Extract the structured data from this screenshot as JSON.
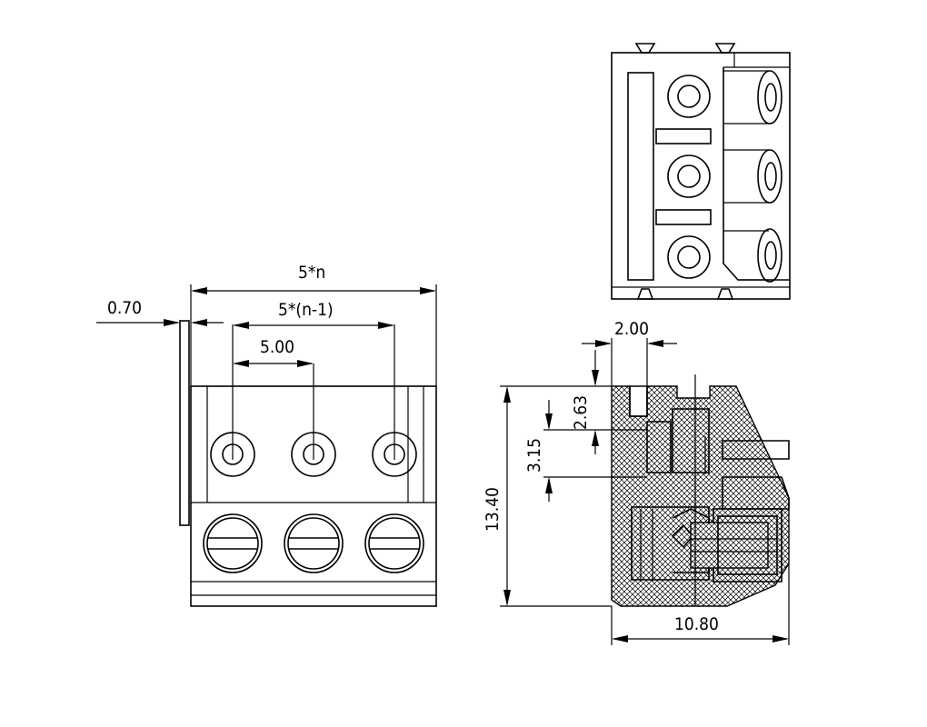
{
  "dimensions": {
    "total_width": "5*n",
    "pitch_span": "5*(n-1)",
    "pitch": "5.00",
    "offset": "0.70",
    "top_width": "2.00",
    "depth_a": "2.63",
    "depth_b": "3.15",
    "height": "13.40",
    "length": "10.80"
  },
  "front_view": {
    "pin_count": 3,
    "screw_count": 3
  },
  "top_view": {
    "hole_count": 3
  },
  "colors": {
    "line": "#000000",
    "background": "#ffffff"
  }
}
